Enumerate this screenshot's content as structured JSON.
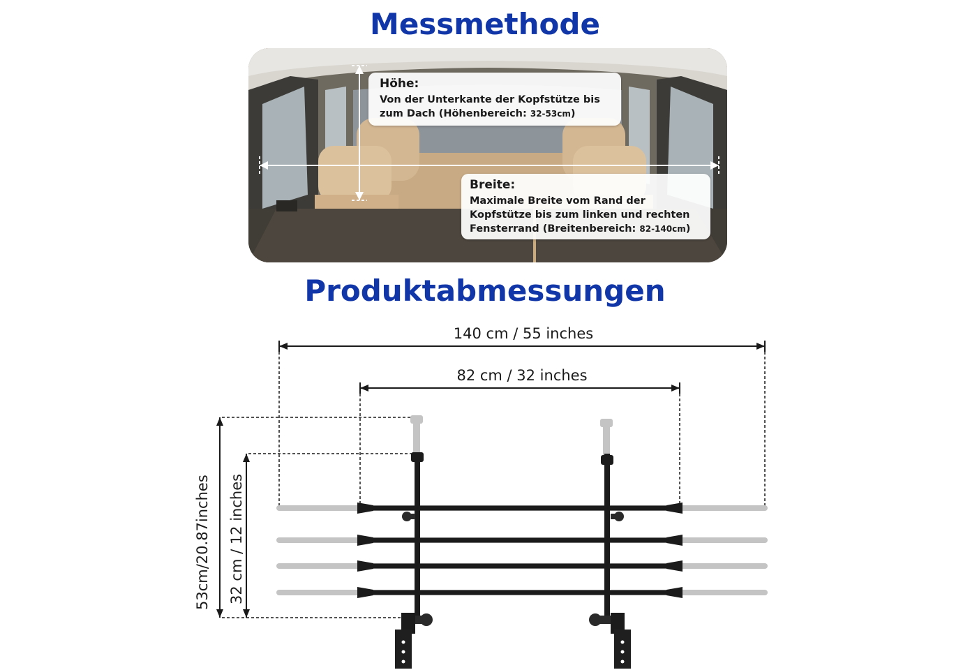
{
  "headings": {
    "measuring_method": "Messmethode",
    "product_dimensions": "Produktabmessungen"
  },
  "height_callout": {
    "title": "Höhe:",
    "text_line1": "Von der Unterkante der Kopfstütze bis",
    "text_line2": "zum Dach (Höhenbereich: ",
    "range": "32-53cm",
    "close": ")"
  },
  "width_callout": {
    "title": "Breite:",
    "text_line1": "Maximale Breite vom Rand der",
    "text_line2": "Kopfstütze bis zum linken und rechten",
    "text_line3": "Fensterrand (Breitenbereich: ",
    "range": "82-140cm",
    "close": ")"
  },
  "dimensions": {
    "max_width": "140 cm / 55 inches",
    "min_width": "82 cm / 32 inches",
    "max_height": "53cm/20.87inches",
    "min_height": "32 cm / 12 inches"
  },
  "colors": {
    "heading_blue": "#1136a8",
    "rod_black": "#1b1b1b",
    "extension_gray": "#c4c4c4"
  }
}
